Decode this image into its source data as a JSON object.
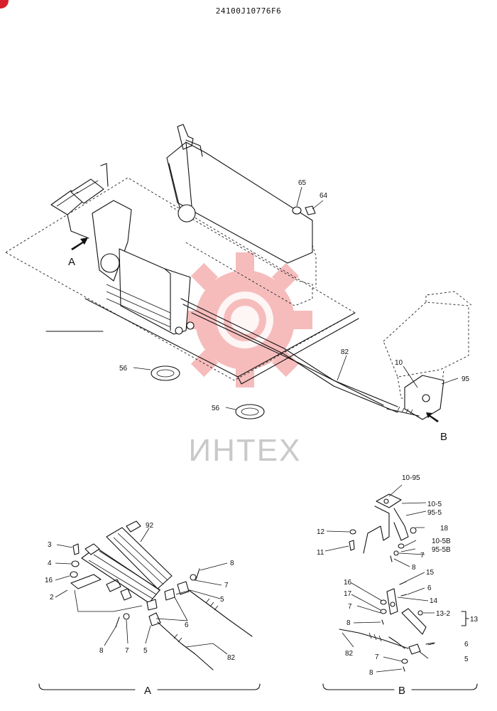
{
  "document": {
    "part_code": "24100J10776F6"
  },
  "watermark": {
    "text": "ИНТЕХ",
    "color": "#f4a6a6"
  },
  "main_view": {
    "callouts": [
      "65",
      "64",
      "56",
      "56",
      "82",
      "10",
      "95"
    ],
    "view_markers": [
      "A",
      "B"
    ]
  },
  "detail_a": {
    "title": "A",
    "callouts": [
      "3",
      "4",
      "16",
      "2",
      "92",
      "8",
      "7",
      "5",
      "6",
      "8",
      "7",
      "5",
      "82"
    ]
  },
  "detail_b": {
    "title": "B",
    "callouts": [
      "10-95",
      "10-5",
      "95-5",
      "12",
      "18",
      "11",
      "10-5B",
      "95-5B",
      "7",
      "8",
      "15",
      "16",
      "17",
      "6",
      "14",
      "7",
      "13-2",
      "13",
      "8",
      "82",
      "6",
      "7",
      "5",
      "8"
    ]
  },
  "colors": {
    "badge": "#d8202a",
    "lines": "#111111"
  }
}
